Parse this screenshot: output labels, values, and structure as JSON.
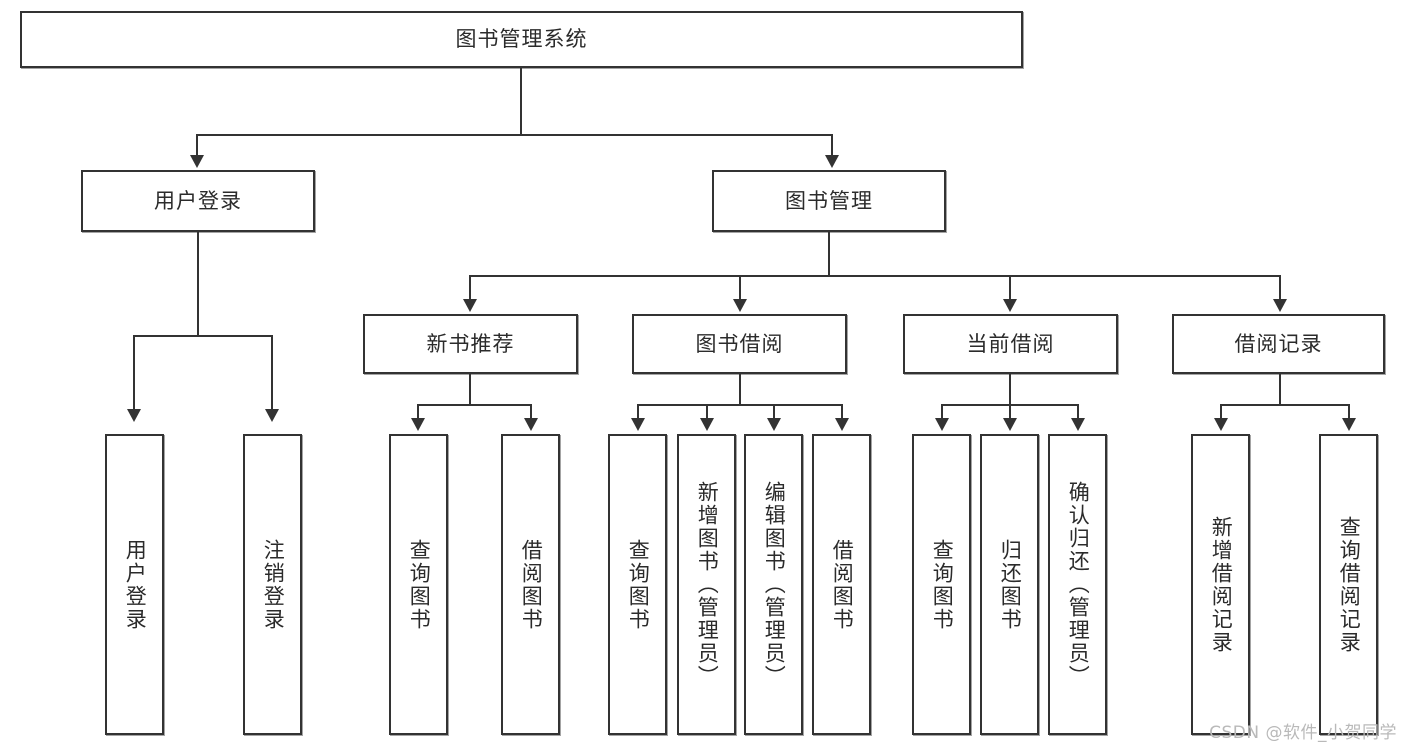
{
  "diagram": {
    "title": "图书管理系统",
    "type": "功能结构图",
    "root": {
      "label": "图书管理系统"
    },
    "level2": [
      {
        "label": "用户登录"
      },
      {
        "label": "图书管理"
      }
    ],
    "level3": [
      {
        "label": "新书推荐"
      },
      {
        "label": "图书借阅"
      },
      {
        "label": "当前借阅"
      },
      {
        "label": "借阅记录"
      }
    ],
    "leaves": {
      "user_login": [
        {
          "label": "用户登录"
        },
        {
          "label": "注销登录"
        }
      ],
      "new_book_recommend": [
        {
          "label": "查询图书"
        },
        {
          "label": "借阅图书"
        }
      ],
      "book_borrow": [
        {
          "label": "查询图书"
        },
        {
          "label": "新增图书（管理员）"
        },
        {
          "label": "编辑图书（管理员）"
        },
        {
          "label": "借阅图书"
        }
      ],
      "current_borrow": [
        {
          "label": "查询图书"
        },
        {
          "label": "归还图书"
        },
        {
          "label": "确认归还（管理员）"
        }
      ],
      "borrow_record": [
        {
          "label": "新增借阅记录"
        },
        {
          "label": "查询借阅记录"
        }
      ]
    }
  },
  "watermark": {
    "text": "CSDN @软件_小贺同学"
  },
  "colors": {
    "stroke": "#333333",
    "fill": "#ffffff",
    "text": "#2b2b2b",
    "watermark": "#b9b9b9"
  }
}
